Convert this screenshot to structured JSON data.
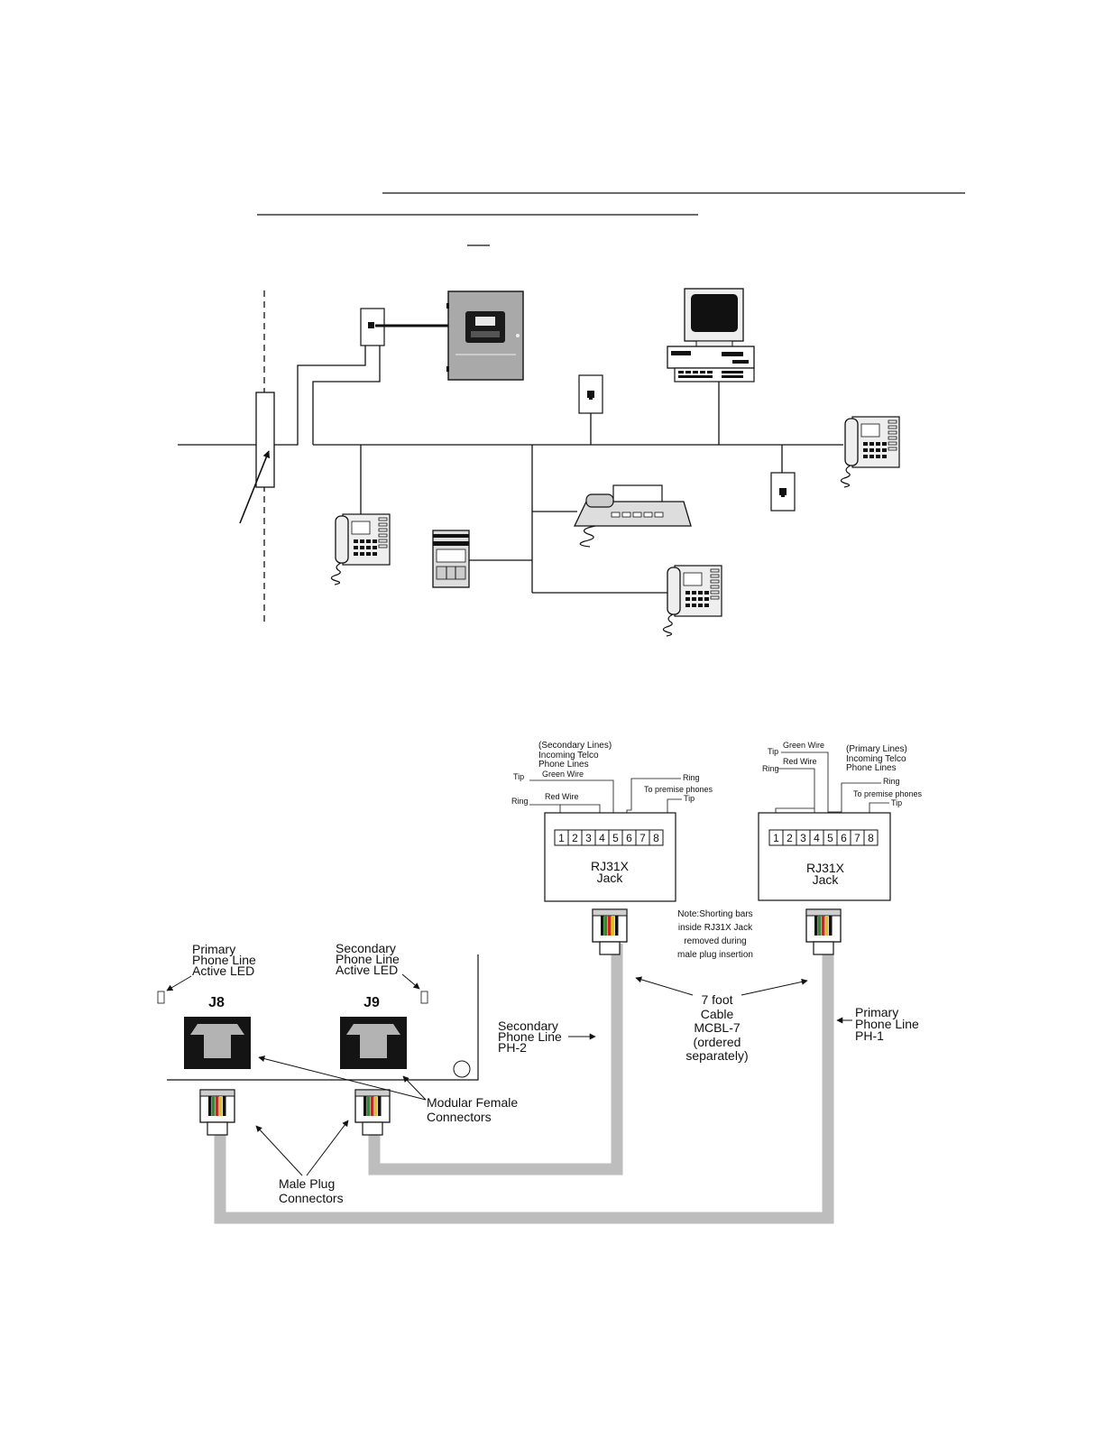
{
  "secondary_jack": {
    "header": [
      "(Secondary Lines)",
      "Incoming Telco",
      "Phone Lines"
    ],
    "tip_left": "Tip",
    "green_wire": "Green Wire",
    "ring_left": "Ring",
    "red_wire": "Red Wire",
    "ring_right": "Ring",
    "to_premise": "To premise phones",
    "tip_right": "Tip",
    "pins": [
      "1",
      "2",
      "3",
      "4",
      "5",
      "6",
      "7",
      "8"
    ],
    "title": [
      "RJ31X",
      "Jack"
    ]
  },
  "primary_jack": {
    "header": [
      "(Primary Lines)",
      "Incoming Telco",
      "Phone Lines"
    ],
    "tip_left": "Tip",
    "green_wire": "Green Wire",
    "ring_left": "Ring",
    "red_wire": "Red Wire",
    "ring_right": "Ring",
    "to_premise": "To premise phones",
    "tip_right": "Tip",
    "pins": [
      "1",
      "2",
      "3",
      "4",
      "5",
      "6",
      "7",
      "8"
    ],
    "title": [
      "RJ31X",
      "Jack"
    ]
  },
  "note": [
    "Note:Shorting bars",
    "inside RJ31X Jack",
    "removed during",
    "male plug insertion"
  ],
  "cable": [
    "7 foot",
    "Cable",
    "MCBL-7",
    "(ordered",
    "separately)"
  ],
  "primary_led": [
    "Primary",
    "Phone  Line",
    "Active  LED"
  ],
  "secondary_led": [
    "Secondary",
    "Phone  Line",
    "Active  LED"
  ],
  "j8": "J8",
  "j9": "J9",
  "secondary_line": [
    "Secondary",
    "Phone  Line",
    "PH-2"
  ],
  "primary_line": [
    "Primary",
    "Phone  Line",
    "PH-1"
  ],
  "modular_female": [
    "Modular Female",
    "Connectors"
  ],
  "male_plug": [
    "Male Plug",
    "Connectors"
  ],
  "colors": {
    "line": "#111111",
    "cable": "#bdbdbd",
    "panel_fill": "#a9a9a9",
    "jack_black": "#141414"
  },
  "wire_colors": [
    "#111111",
    "#2e8b2e",
    "#d42020",
    "#e0c020"
  ]
}
